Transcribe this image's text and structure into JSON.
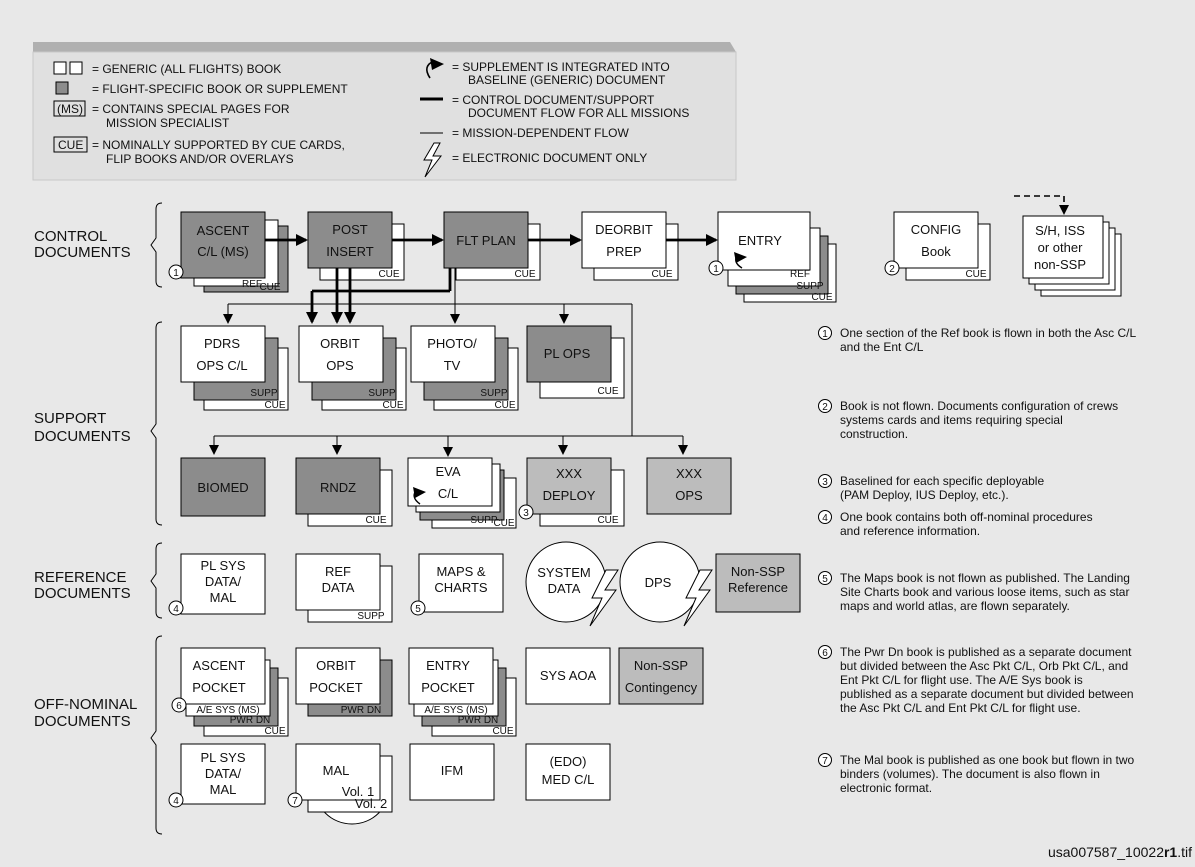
{
  "legend": {
    "generic_book": "= GENERIC (ALL FLIGHTS) BOOK",
    "flight_specific": "= FLIGHT-SPECIFIC BOOK OR SUPPLEMENT",
    "ms_tag": "(MS)",
    "ms_line1": "= CONTAINS SPECIAL PAGES FOR",
    "ms_line2": "MISSION SPECIALIST",
    "cue_tag": "CUE",
    "cue_line1": "= NOMINALLY SUPPORTED BY CUE CARDS,",
    "cue_line2": "FLIP BOOKS AND/OR OVERLAYS",
    "supp_line1": "= SUPPLEMENT IS INTEGRATED INTO",
    "supp_line2": "BASELINE (GENERIC) DOCUMENT",
    "control_line1": "= CONTROL DOCUMENT/SUPPORT",
    "control_line2": "DOCUMENT FLOW FOR ALL MISSIONS",
    "mission_flow": "= MISSION-DEPENDENT FLOW",
    "electronic": "= ELECTRONIC DOCUMENT ONLY"
  },
  "sections": {
    "control": [
      "CONTROL",
      "DOCUMENTS"
    ],
    "support": [
      "SUPPORT",
      "DOCUMENTS"
    ],
    "reference": [
      "REFERENCE",
      "DOCUMENTS"
    ],
    "offnominal": [
      "OFF-NOMINAL",
      "DOCUMENTS"
    ]
  },
  "tags": {
    "cue": "CUE",
    "ref": "REF",
    "supp": "SUPP",
    "pwr_dn": "PWR DN",
    "ae_sys": "A/E SYS (MS)"
  },
  "control_docs": {
    "ascent": [
      "ASCENT",
      "C/L (MS)"
    ],
    "post_insert": [
      "POST",
      "INSERT"
    ],
    "flt_plan": "FLT PLAN",
    "deorbit_prep": [
      "DEORBIT",
      "PREP"
    ],
    "entry": "ENTRY",
    "config": [
      "CONFIG",
      "Book"
    ],
    "sh_iss": [
      "S/H, ISS",
      "or other",
      "non-SSP"
    ]
  },
  "support_docs": {
    "pdrs": [
      "PDRS",
      "OPS C/L"
    ],
    "orbit_ops": [
      "ORBIT",
      "OPS"
    ],
    "photo_tv": [
      "PHOTO/",
      "TV"
    ],
    "pl_ops": "PL OPS",
    "biomed": "BIOMED",
    "rndz": "RNDZ",
    "eva": [
      "EVA",
      "C/L"
    ],
    "xxx_deploy": [
      "XXX",
      "DEPLOY"
    ],
    "xxx_ops": [
      "XXX",
      "OPS"
    ]
  },
  "reference_docs": {
    "pl_sys": [
      "PL SYS",
      "DATA/",
      "MAL"
    ],
    "ref_data": [
      "REF",
      "DATA"
    ],
    "maps": [
      "MAPS &",
      "CHARTS"
    ],
    "system_data": [
      "SYSTEM",
      "DATA"
    ],
    "dps": "DPS",
    "non_ssp_ref": [
      "Non-SSP",
      "Reference"
    ]
  },
  "offnominal_docs": {
    "ascent_pocket": [
      "ASCENT",
      "POCKET"
    ],
    "orbit_pocket": [
      "ORBIT",
      "POCKET"
    ],
    "entry_pocket": [
      "ENTRY",
      "POCKET"
    ],
    "sys_aoa": "SYS AOA",
    "non_ssp_cont": [
      "Non-SSP",
      "Contingency"
    ],
    "pl_sys": [
      "PL SYS",
      "DATA/",
      "MAL"
    ],
    "mal": "MAL",
    "vol1": "Vol. 1",
    "vol2": "Vol. 2",
    "ifm": "IFM",
    "edo_med": [
      "(EDO)",
      "MED C/L"
    ]
  },
  "notes": [
    {
      "num": "1",
      "lines": [
        "One section of the Ref book is flown in both the Asc C/L",
        "and the Ent C/L"
      ]
    },
    {
      "num": "2",
      "lines": [
        "Book is not flown.  Documents configuration of crews",
        "systems cards and items requiring special",
        "construction."
      ]
    },
    {
      "num": "3",
      "lines": [
        "Baselined for each specific deployable",
        "(PAM Deploy, IUS Deploy, etc.)."
      ]
    },
    {
      "num": "4",
      "lines": [
        "One book contains both off-nominal procedures",
        "and reference information."
      ]
    },
    {
      "num": "5",
      "lines": [
        "The Maps book is not flown as published.  The Landing",
        "Site Charts book and various loose items, such as star",
        "maps and world atlas, are flown separately."
      ]
    },
    {
      "num": "6",
      "lines": [
        "The Pwr Dn book is published as a separate document",
        "but divided between the Asc Pkt C/L, Orb Pkt C/L, and",
        "Ent Pkt C/L for flight use.  The A/E Sys book is",
        "published as a separate document but divided between",
        "the Asc Pkt C/L and Ent Pkt C/L for flight use."
      ]
    },
    {
      "num": "7",
      "lines": [
        "The Mal book is published as one book but flown in two",
        "binders (volumes).  The document is also flown in",
        "electronic format."
      ]
    }
  ],
  "filename": {
    "prefix": "usa007587_10022",
    "bold": "r1",
    "suffix": ".tif"
  },
  "colors": {
    "flight_specific": "#8c8c8c",
    "xxx_light": "#bcbcbc",
    "generic": "#ffffff",
    "background": "#e8e8e8"
  }
}
